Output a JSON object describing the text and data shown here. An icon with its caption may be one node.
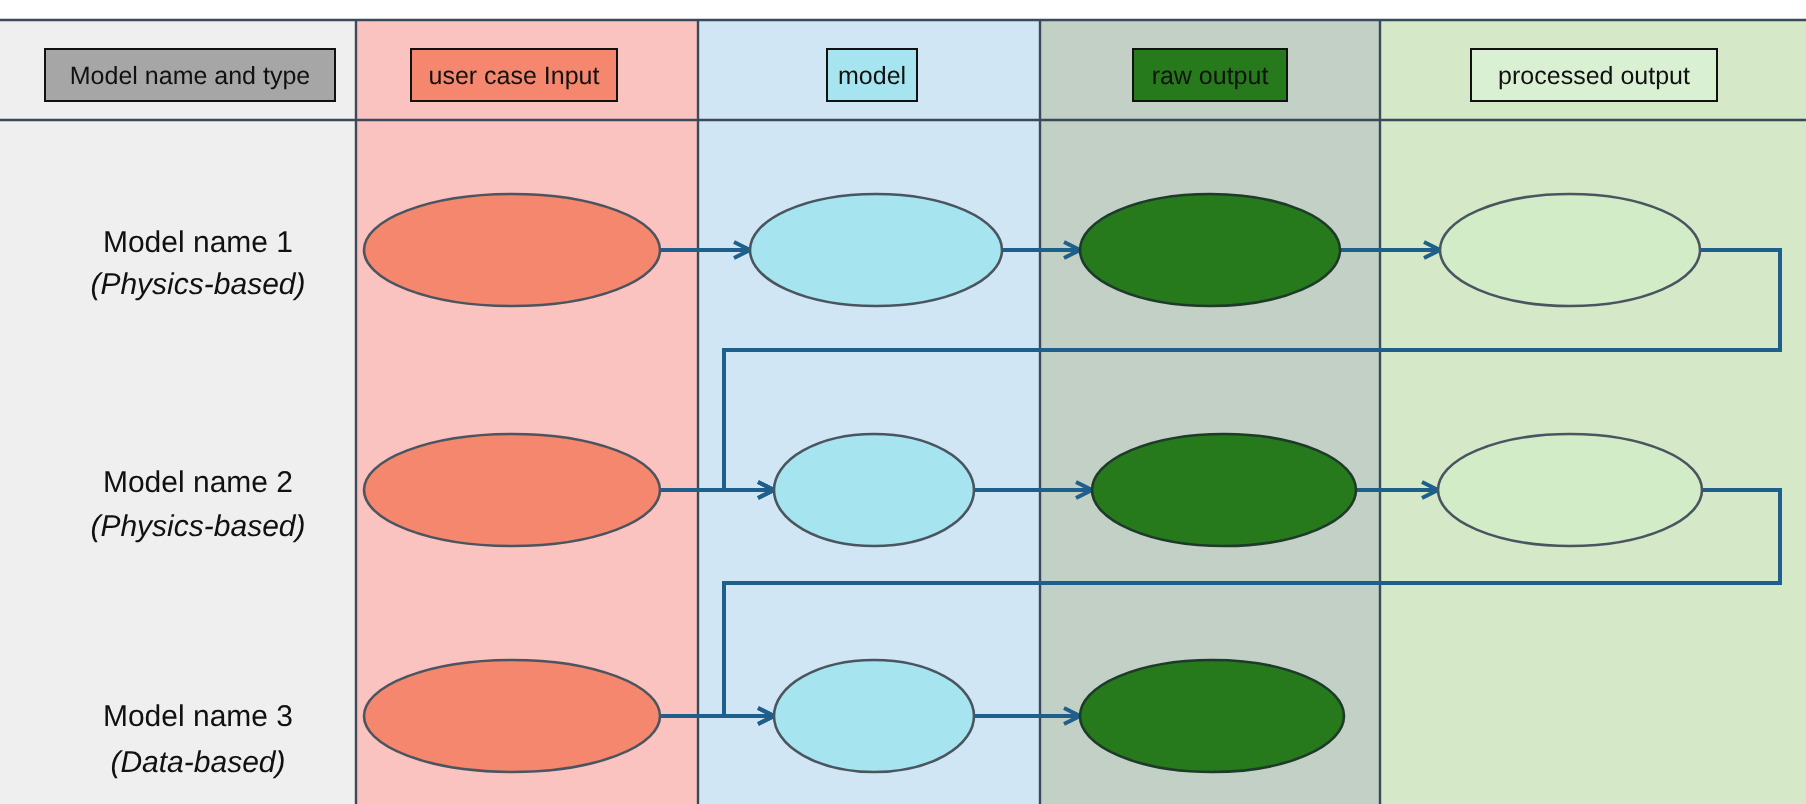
{
  "diagram": {
    "nodes": [
      {
        "text": [
          "Model name and type"
        ]
      },
      {
        "text": [
          "user case Input"
        ]
      },
      {
        "text": [
          "model"
        ]
      },
      {
        "text": [
          "raw output"
        ]
      },
      {
        "text": [
          "processed output"
        ]
      },
      {
        "text": [],
        "shape": "ellipse"
      },
      {
        "text": [],
        "shape": "ellipse"
      },
      {
        "text": [],
        "shape": "ellipse"
      },
      {
        "text": [],
        "shape": "ellipse"
      },
      {
        "text": [],
        "shape": "ellipse"
      },
      {
        "text": [],
        "shape": "ellipse"
      },
      {
        "text": [],
        "shape": "ellipse"
      },
      {
        "text": [],
        "shape": "ellipse"
      },
      {
        "text": [],
        "shape": "ellipse"
      },
      {
        "text": [],
        "shape": "ellipse"
      },
      {
        "text": [],
        "shape": "ellipse"
      }
    ],
    "edges": [
      {
        "from": 5,
        "to": 6,
        "arrow": "to"
      },
      {
        "from": 6,
        "to": 7,
        "arrow": "to"
      },
      {
        "from": 7,
        "to": 8,
        "arrow": "to"
      },
      {
        "from": 8,
        "to": 10,
        "arrow": "to"
      },
      {
        "from": 9,
        "to": 10,
        "arrow": "to"
      },
      {
        "from": 10,
        "to": 11,
        "arrow": "to"
      },
      {
        "from": 11,
        "to": 12,
        "arrow": "to"
      },
      {
        "from": 12,
        "to": 14,
        "arrow": "to"
      },
      {
        "from": 13,
        "to": 14,
        "arrow": "to"
      },
      {
        "from": 14,
        "to": 15,
        "arrow": "to"
      }
    ],
    "labels": [
      "Model name 1",
      "(Physics-based)",
      "Model name 2",
      "(Physics-based)",
      "Model name 3",
      "(Data-based)"
    ]
  }
}
